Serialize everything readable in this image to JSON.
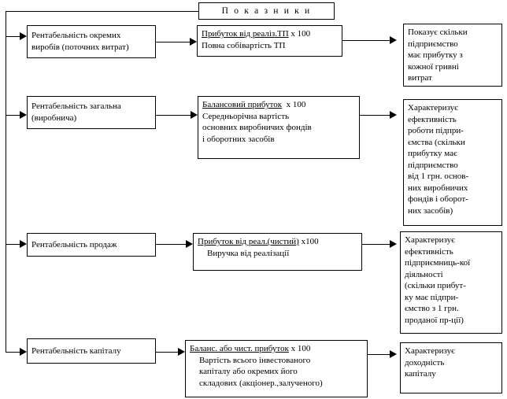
{
  "diagram": {
    "title": "П о к а з н и к и",
    "title_plain": "Показники",
    "rows": [
      {
        "indicator": {
          "line1": "Рентабельність окремих",
          "line2": "виробів (поточних витрат)"
        },
        "formula": {
          "numerator": "Прибуток від реаліз.ТП",
          "multiplier": "х 100",
          "denominator_lines": [
            "Повна собівартість ТП"
          ]
        },
        "meaning_lines": [
          "Показує скільки",
          "підприємство",
          "має прибутку з",
          "кожної гривні",
          "витрат"
        ]
      },
      {
        "indicator": {
          "line1": "Рентабельність загальна",
          "line2": "(виробнича)"
        },
        "formula": {
          "numerator": "Балансовий прибуток",
          "multiplier": "х 100",
          "denominator_lines": [
            "Середньорічна вартість",
            "основних виробничих фондів",
            "і оборотних засобів"
          ]
        },
        "meaning_lines": [
          "Характеризує",
          "ефективність",
          "роботи підпри-",
          "ємства (скільки",
          "прибутку має",
          "підприємство",
          "від 1 грн. основ-",
          "них виробничих",
          "фондів і оборот-",
          "них засобів)"
        ]
      },
      {
        "indicator": {
          "line1": "Рентабельність продаж",
          "line2": ""
        },
        "formula": {
          "numerator": "Прибуток від реал.(чистий)",
          "multiplier": "х100",
          "denominator_lines": [
            "Виручка від реалізації"
          ]
        },
        "meaning_lines": [
          "Характеризує",
          "ефективність",
          "підприємниць-кої",
          "діяльності",
          "(скільки прибут-",
          "ку має підпри-",
          "ємство з 1 грн.",
          "проданої пр-ції)"
        ]
      },
      {
        "indicator": {
          "line1": "Рентабельність капіталу",
          "line2": ""
        },
        "formula": {
          "numerator": "Баланс. або чист. прибуток",
          "multiplier": "х 100",
          "denominator_lines": [
            "Вартість всього інвестованого",
            "капіталу або окремих його",
            "складових (акціонер.,залученого)"
          ]
        },
        "meaning_lines": [
          "Характеризує",
          "доходність",
          "капіталу"
        ]
      }
    ],
    "colors": {
      "stroke": "#000000",
      "background": "#ffffff",
      "text": "#000000"
    }
  }
}
